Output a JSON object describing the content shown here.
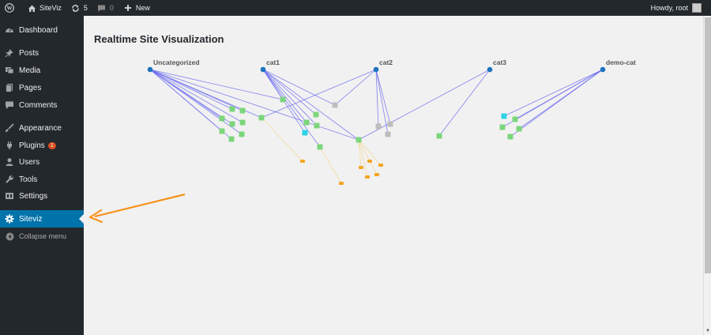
{
  "adminbar": {
    "site_name": "SiteViz",
    "updates_count": "5",
    "comments_count": "0",
    "new_label": "New",
    "howdy": "Howdy, root"
  },
  "sidebar": {
    "items": [
      {
        "label": "Dashboard",
        "icon": "dashboard-icon"
      },
      {
        "label": "Posts",
        "icon": "pin-icon"
      },
      {
        "label": "Media",
        "icon": "media-icon"
      },
      {
        "label": "Pages",
        "icon": "pages-icon"
      },
      {
        "label": "Comments",
        "icon": "comment-icon"
      },
      {
        "label": "Appearance",
        "icon": "brush-icon"
      },
      {
        "label": "Plugins",
        "icon": "plug-icon",
        "badge": "1"
      },
      {
        "label": "Users",
        "icon": "user-icon"
      },
      {
        "label": "Tools",
        "icon": "wrench-icon"
      },
      {
        "label": "Settings",
        "icon": "settings-icon"
      },
      {
        "label": "Siteviz",
        "icon": "gear-icon",
        "current": true
      }
    ],
    "collapse_label": "Collapse menu"
  },
  "main": {
    "title": "Realtime Site Visualization"
  },
  "graph": {
    "categories": [
      "Uncategorized",
      "cat1",
      "cat2",
      "cat3",
      "demo-cat"
    ],
    "colors": {
      "category": "#1e73be",
      "edge_primary": "#6f6ef0",
      "edge_secondary": "#f7d9a0",
      "post": "#7bd67b",
      "post_highlight": "#2fd3e6",
      "post_gray": "#bdbdbd",
      "comment": "#f5a623",
      "accent": "#0073aa",
      "arrow": "#f7931e"
    }
  }
}
